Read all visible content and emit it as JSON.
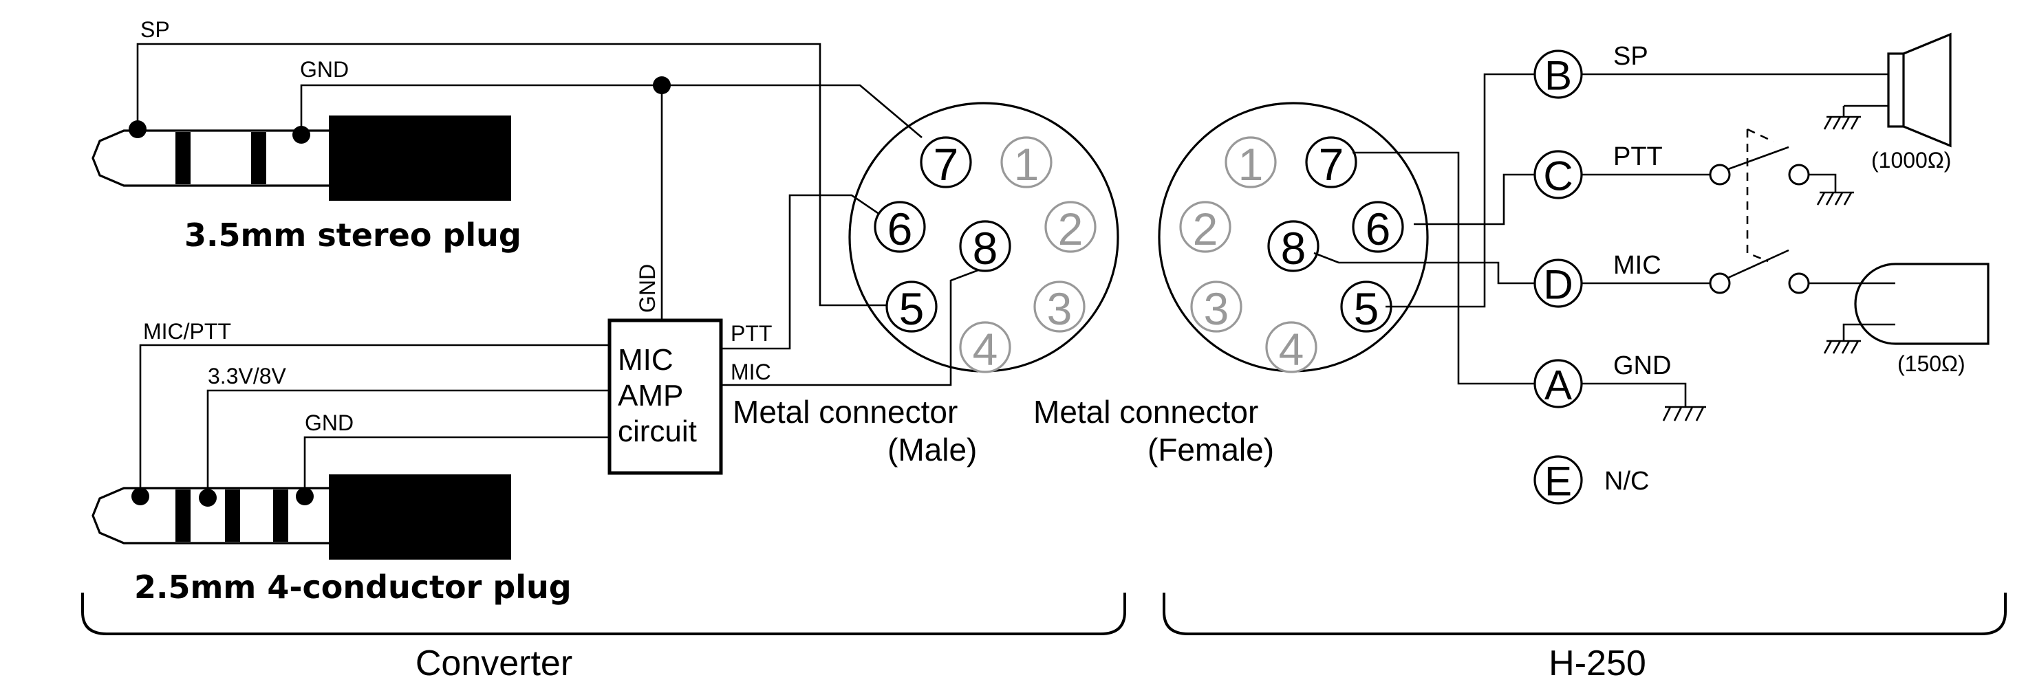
{
  "converter": {
    "plug35": {
      "title": "3.5mm stereo plug",
      "wire_sp": "SP",
      "wire_gnd": "GND"
    },
    "plug25": {
      "title": "2.5mm  4-conductor plug",
      "wire_micptt": "MIC/PTT",
      "wire_power": "3.3V/8V",
      "wire_gnd": "GND"
    },
    "amp": {
      "line1": "MIC",
      "line2": "AMP",
      "line3": "circuit",
      "gnd_label": "GND",
      "out_ptt": "PTT",
      "out_mic": "MIC"
    },
    "male_connector": {
      "line1": "Metal connector",
      "line2": "(Male)",
      "pins": [
        {
          "num": "7",
          "active": true
        },
        {
          "num": "1",
          "active": false
        },
        {
          "num": "6",
          "active": true
        },
        {
          "num": "8",
          "active": true
        },
        {
          "num": "2",
          "active": false
        },
        {
          "num": "5",
          "active": true
        },
        {
          "num": "3",
          "active": false
        },
        {
          "num": "4",
          "active": false
        }
      ]
    },
    "label": "Converter"
  },
  "h250": {
    "female_connector": {
      "line1": "Metal connector",
      "line2": "(Female)",
      "pins": [
        {
          "num": "1",
          "active": false
        },
        {
          "num": "7",
          "active": true
        },
        {
          "num": "2",
          "active": false
        },
        {
          "num": "8",
          "active": true
        },
        {
          "num": "6",
          "active": true
        },
        {
          "num": "3",
          "active": false
        },
        {
          "num": "5",
          "active": true
        },
        {
          "num": "4",
          "active": false
        }
      ]
    },
    "terminals": [
      {
        "letter": "B",
        "name": "SP"
      },
      {
        "letter": "C",
        "name": "PTT"
      },
      {
        "letter": "D",
        "name": "MIC"
      },
      {
        "letter": "A",
        "name": "GND"
      },
      {
        "letter": "E",
        "name": "N/C"
      }
    ],
    "speaker_impedance": "(1000Ω)",
    "mic_impedance": "(150Ω)",
    "label": "H-250"
  }
}
